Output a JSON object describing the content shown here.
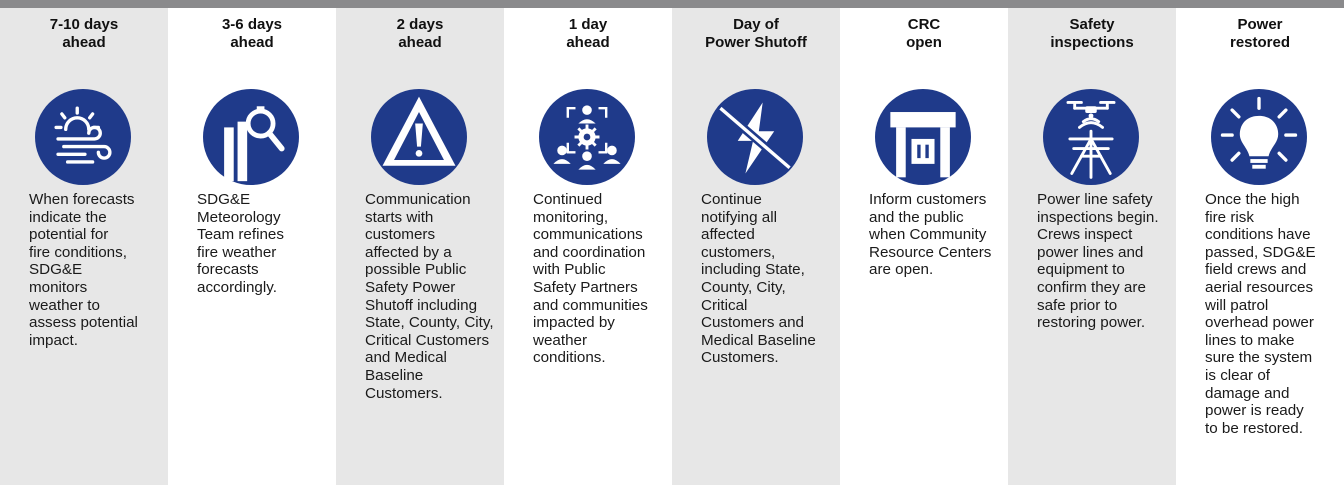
{
  "colors": {
    "icon_blue": "#1f3a8a",
    "shade_gray": "#e7e7e7",
    "top_bar": "#8a8a8c"
  },
  "steps": [
    {
      "title_line1": "7-10 days",
      "title_line2": "ahead",
      "icon": "sun-wind-icon",
      "description": "When forecasts\nindicate the\npotential for\nfire conditions,\nSDG&E\nmonitors\nweather to\nassess potential\nimpact."
    },
    {
      "title_line1": "3-6 days",
      "title_line2": "ahead",
      "icon": "meteorology-search-icon",
      "description": "SDG&E\nMeteorology\nTeam refines\nfire weather\nforecasts\naccordingly."
    },
    {
      "title_line1": "2 days",
      "title_line2": "ahead",
      "icon": "warning-triangle-icon",
      "description": "Communication\nstarts with\ncustomers\naffected by a\npossible Public\nSafety Power\nShutoff including\nState, County, City,\nCritical Customers\nand Medical\nBaseline\nCustomers."
    },
    {
      "title_line1": "1 day",
      "title_line2": "ahead",
      "icon": "coordination-team-icon",
      "description": "Continued\nmonitoring,\ncommunications\nand coordination\nwith Public\nSafety Partners\nand communities\nimpacted by\nweather\nconditions."
    },
    {
      "title_line1": "Day of",
      "title_line2": "Power Shutoff",
      "icon": "power-off-icon",
      "description": "Continue\nnotifying all\naffected\ncustomers,\nincluding State,\nCounty, City,\nCritical\nCustomers and\nMedical Baseline\nCustomers."
    },
    {
      "title_line1": "CRC",
      "title_line2": "open",
      "icon": "resource-center-icon",
      "description": "Inform customers\nand the public\nwhen Community\nResource Centers\nare open."
    },
    {
      "title_line1": "Safety",
      "title_line2": "inspections",
      "icon": "drone-inspection-icon",
      "description": "Power line safety\ninspections begin.\nCrews inspect\npower lines and\nequipment to\nconfirm they are\nsafe prior to\nrestoring power."
    },
    {
      "title_line1": "Power",
      "title_line2": "restored",
      "icon": "light-bulb-icon",
      "description": "Once the high\nfire risk\nconditions have\npassed, SDG&E\nfield crews and\naerial resources\nwill patrol\noverhead power\nlines to make\nsure the system\nis clear of\ndamage and\npower is ready\nto be restored."
    }
  ]
}
